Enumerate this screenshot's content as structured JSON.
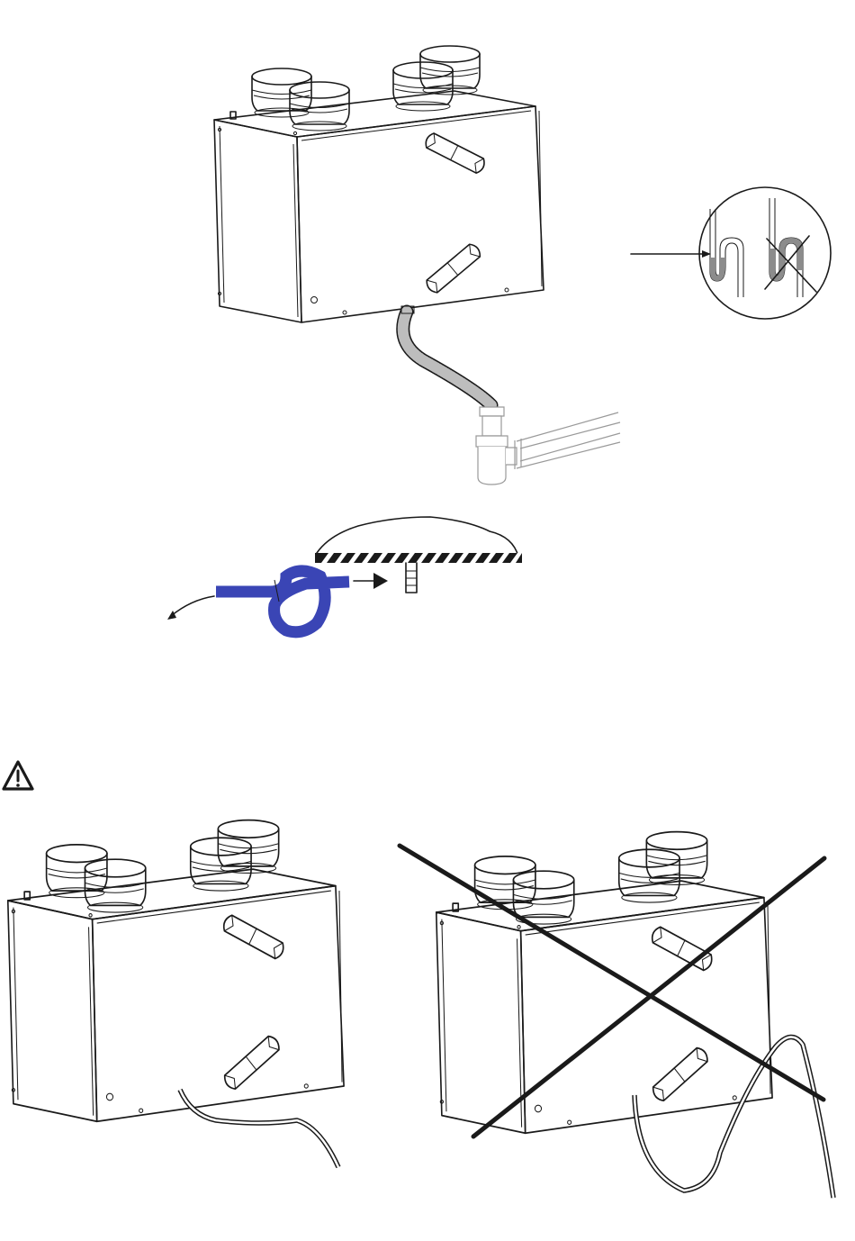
{
  "diagram": {
    "sections": [
      {
        "id": "correct-condensate-drain-installation"
      },
      {
        "id": "hose-loop-connection-detail"
      },
      {
        "id": "warning-notice"
      },
      {
        "id": "correct-hose-routing"
      },
      {
        "id": "incorrect-hose-routing"
      }
    ],
    "icons": {
      "warning": "warning-triangle-icon",
      "prohibited": "cross-out-mark"
    },
    "colors": {
      "line": "#1a1a1a",
      "hose_loop": "#3a45b5",
      "sink_trap": "#9a9a9a",
      "background": "#ffffff"
    }
  }
}
